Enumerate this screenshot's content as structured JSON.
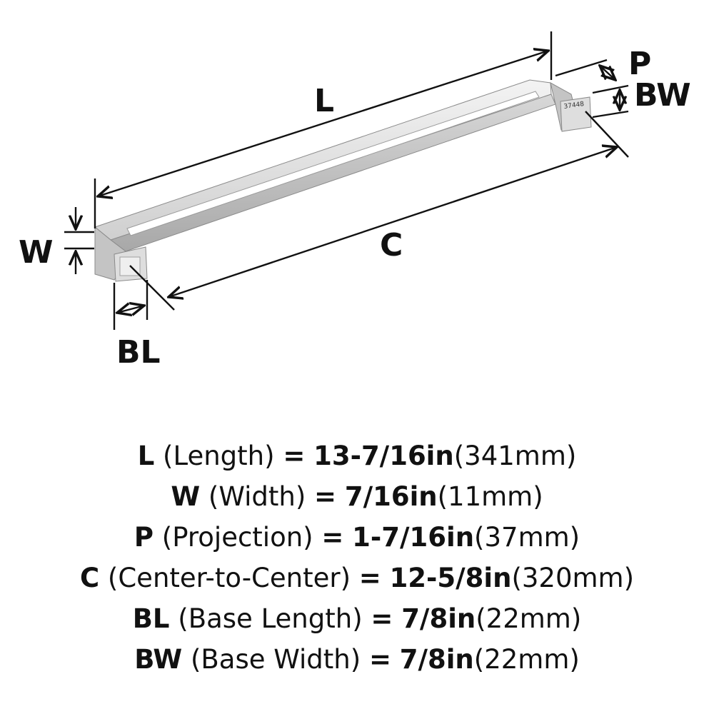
{
  "diagram": {
    "labels": {
      "L": "L",
      "C": "C",
      "W": "W",
      "P": "P",
      "BW": "BW",
      "BL": "BL"
    },
    "part_number": "37448"
  },
  "specs": [
    {
      "key": "L",
      "desc": "(Length)",
      "eq": "=",
      "imperial": "13-7/16in",
      "metric": "(341mm)"
    },
    {
      "key": "W",
      "desc": "(Width)",
      "eq": "=",
      "imperial": "7/16in",
      "metric": "(11mm)"
    },
    {
      "key": "P",
      "desc": "(Projection)",
      "eq": "=",
      "imperial": "1-7/16in",
      "metric": "(37mm)"
    },
    {
      "key": "C",
      "desc": "(Center-to-Center)",
      "eq": "=",
      "imperial": "12-5/8in",
      "metric": "(320mm)"
    },
    {
      "key": "BL",
      "desc": "(Base Length)",
      "eq": "=",
      "imperial": "7/8in",
      "metric": "(22mm)"
    },
    {
      "key": "BW",
      "desc": "(Base Width)",
      "eq": "=",
      "imperial": "7/8in",
      "metric": "(22mm)"
    }
  ],
  "colors": {
    "metal_light": "#e6e6e6",
    "metal_mid": "#c9c9c9",
    "metal_dark": "#9a9a9a",
    "line": "#111111"
  }
}
